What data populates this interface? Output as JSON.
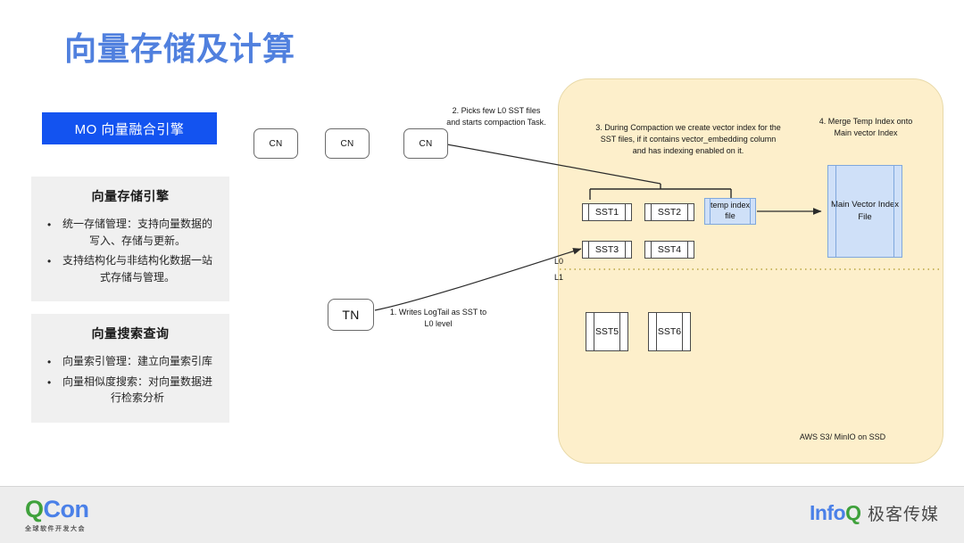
{
  "slide": {
    "title": "向量存储及计算",
    "badge": "MO 向量融合引擎"
  },
  "cards": [
    {
      "title": "向量存储引擎",
      "bullets": [
        "统一存储管理：支持向量数据的写入、存储与更新。",
        "支持结构化与非结构化数据一站式存储与管理。"
      ]
    },
    {
      "title": "向量搜索查询",
      "bullets": [
        "向量索引管理：建立向量索引库",
        "向量相似度搜索：对向量数据进行检索分析"
      ]
    }
  ],
  "diagram": {
    "compute_nodes": [
      "CN",
      "CN",
      "CN"
    ],
    "txn_node": "TN",
    "annotations": [
      "1. Writes LogTail as SST to L0 level",
      "2. Picks few L0 SST files and starts compaction Task.",
      "3. During Compaction we create vector index for the SST files, if it contains vector_embedding column and has indexing enabled on it.",
      "4. Merge Temp Index onto Main vector Index"
    ],
    "sst_l0_row1": [
      "SST1",
      "SST2"
    ],
    "sst_l0_row2": [
      "SST3",
      "SST4"
    ],
    "sst_l1": [
      "SST5",
      "SST6"
    ],
    "levels": {
      "l0": "L0",
      "l1": "L1"
    },
    "temp_index": "temp index file",
    "main_index": "Main Vector Index File",
    "storage_label": "AWS S3/ MinIO on SSD",
    "colors": {
      "storage_fill": "#FDEFCB",
      "index_fill": "#CFE0F8",
      "title_blue": "#5080DE",
      "badge_blue": "#1353F0"
    }
  },
  "footer": {
    "qcon_q": "Q",
    "qcon_con": "Con",
    "qcon_sub": "全球软件开发大会",
    "infoq_info": "Info",
    "infoq_q": "Q",
    "infoq_cn": "极客传媒"
  }
}
